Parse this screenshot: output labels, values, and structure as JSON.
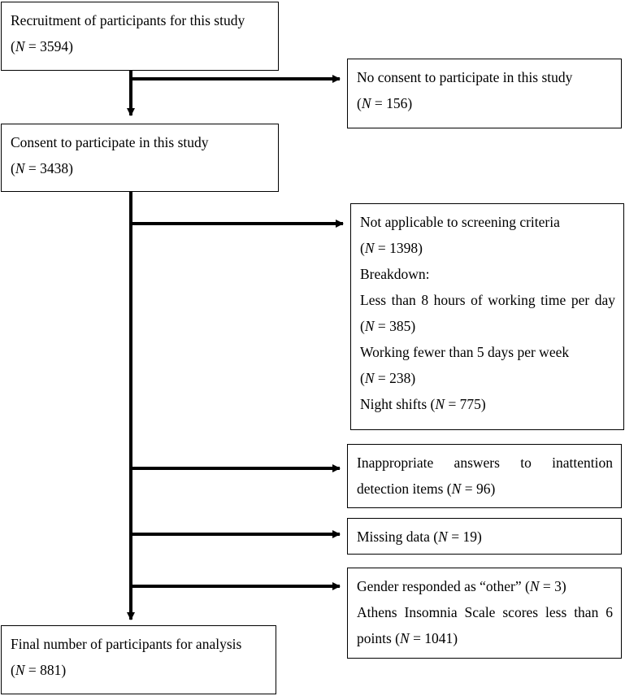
{
  "nodes": {
    "recruitment": {
      "text": "Recruitment of participants for this study",
      "n_label": "N",
      "n_rest": " = 3594)"
    },
    "no_consent": {
      "text": "No consent to participate in this study",
      "n_label": "N",
      "n_rest": " = 156)"
    },
    "consent": {
      "text": "Consent to participate in this study",
      "n_label": "N",
      "n_rest": " = 3438)"
    },
    "not_applicable": {
      "title": "Not applicable to screening criteria",
      "n_label": "N",
      "n_rest": " = 1398)",
      "breakdown_label": "Breakdown:",
      "item1_text": "Less than 8 hours of working time per day (",
      "item1_n_label": "N",
      "item1_n_rest": " = 385)",
      "item2_text": "Working fewer than 5 days per week",
      "item2_n_label": "N",
      "item2_n_rest": " = 238)",
      "item3_text": "Night shifts (",
      "item3_n_label": "N",
      "item3_n_rest": " = 775)"
    },
    "inappropriate": {
      "text": "Inappropriate answers to inattention detection items (",
      "n_label": "N",
      "n_rest": " = 96)"
    },
    "missing": {
      "text": "Missing data (",
      "n_label": "N",
      "n_rest": " = 19)"
    },
    "gender_ais": {
      "line1_text": "Gender responded as “other” (",
      "line1_n_label": "N",
      "line1_n_rest": " = 3)",
      "line2_text": "Athens Insomnia Scale scores less than 6 points (",
      "line2_n_label": "N",
      "line2_n_rest": " = 1041)"
    },
    "final": {
      "text": "Final number of participants for analysis",
      "n_label": "N",
      "n_rest": " = 881)"
    }
  }
}
